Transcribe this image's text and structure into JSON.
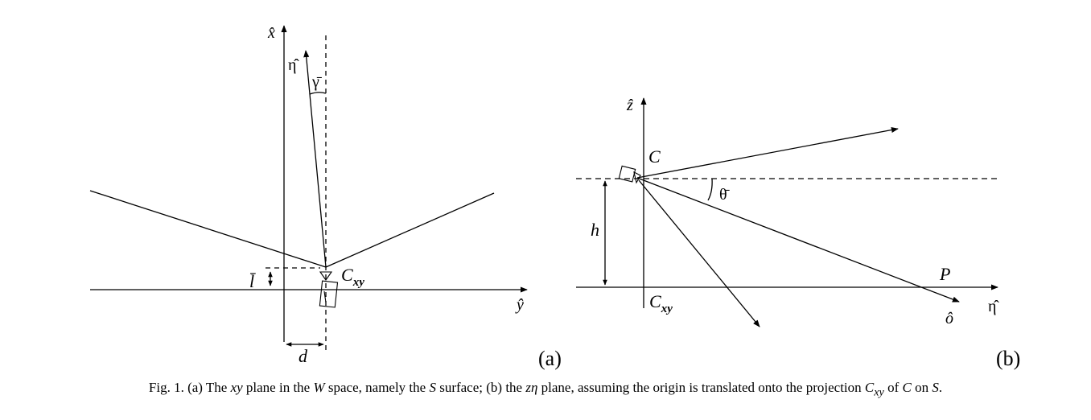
{
  "panel_a": {
    "axis_x_label": "x̂",
    "axis_y_label": "ŷ",
    "axis_eta_label": "η̂",
    "angle_label": "γ̄",
    "offset_l_label": "l̄",
    "camera_label": "C",
    "camera_sub": "xy",
    "distance_label": "d",
    "panel_label": "(a)"
  },
  "panel_b": {
    "axis_z_label": "ẑ",
    "camera_label": "C",
    "angle_label": "θ̄",
    "height_label": "h",
    "point_label": "P",
    "axis_eta_label": "η̂",
    "axis_o_label": "ô",
    "origin_label": "C",
    "origin_sub": "xy",
    "panel_label": "(b)"
  },
  "caption": {
    "p1": "Fig. 1. (a) The ",
    "p2": "xy",
    "p3": " plane in the ",
    "p4": "W",
    "p5": " space, namely the ",
    "p6": "S",
    "p7": " surface; (b) the ",
    "p8": "zη",
    "p9": " plane, assuming the origin is translated onto the projection ",
    "p10": "C",
    "p11": "xy",
    "p12": " of ",
    "p13": "C",
    "p14": " on ",
    "p15": "S",
    "p16": "."
  }
}
